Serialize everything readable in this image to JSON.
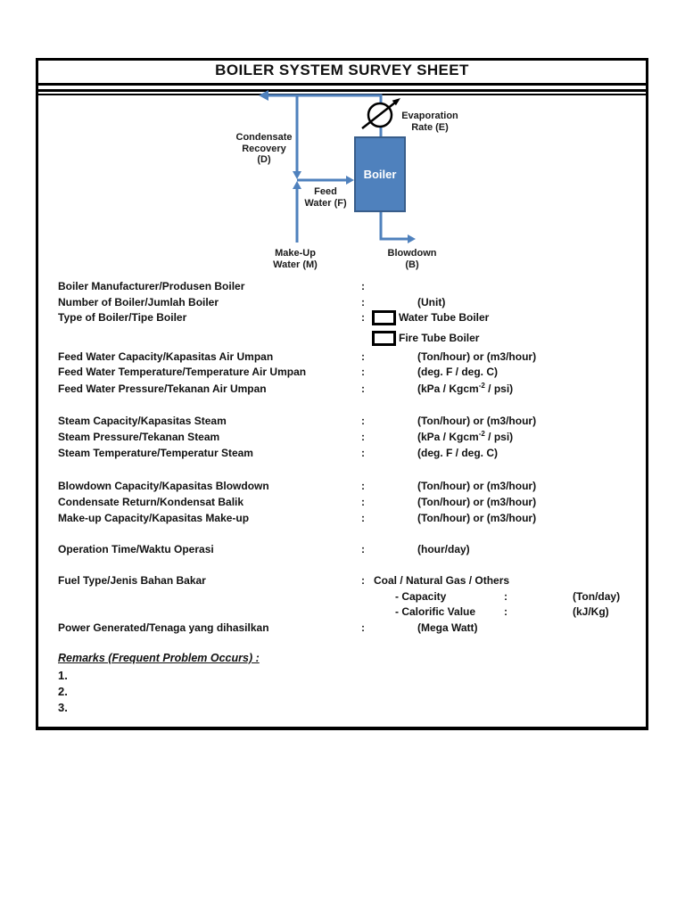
{
  "page": {
    "title": "BOILER SYSTEM SURVEY SHEET"
  },
  "diagram": {
    "boiler": "Boiler",
    "condensate": [
      "Condensate",
      "Recovery",
      "(D)"
    ],
    "evaporation": [
      "Evaporation",
      "Rate (E)"
    ],
    "feed": [
      "Feed",
      "Water (F)"
    ],
    "makeup": [
      "Make-Up",
      "Water (M)"
    ],
    "blowdown": [
      "Blowdown",
      "(B)"
    ],
    "colors": {
      "line": "#4f81bd",
      "boiler_fill": "#4f81bd",
      "boiler_border": "#385d8a",
      "meter": "#000000"
    }
  },
  "form": {
    "colon": ":",
    "rows": [
      {
        "label": "Boiler Manufacturer/Produsen Boiler",
        "value": ""
      },
      {
        "label": "Number of Boiler/Jumlah Boiler",
        "value": "(Unit)"
      },
      {
        "label": "Type of Boiler/Tipe Boiler",
        "checkbox": "Water Tube Boiler"
      },
      {
        "label": "",
        "checkbox": "Fire Tube Boiler"
      },
      {
        "label": "Feed Water Capacity/Kapasitas Air Umpan",
        "value": "(Ton/hour) or (m3/hour)"
      },
      {
        "label": "Feed Water Temperature/Temperature Air Umpan",
        "value": "(deg. F / deg. C)"
      },
      {
        "label": "Feed Water Pressure/Tekanan Air Umpan",
        "value_pre": "(kPa / Kgcm",
        "value_sup": "-2",
        "value_post": " / psi)"
      },
      {
        "label": "Steam Capacity/Kapasitas Steam",
        "value": "(Ton/hour) or (m3/hour)"
      },
      {
        "label": "Steam Pressure/Tekanan Steam",
        "value_pre": "(kPa / Kgcm",
        "value_sup": "-2",
        "value_post": " / psi)"
      },
      {
        "label": "Steam Temperature/Temperatur Steam",
        "value": "(deg. F / deg. C)"
      },
      {
        "label": "Blowdown Capacity/Kapasitas Blowdown",
        "value": "(Ton/hour) or (m3/hour)"
      },
      {
        "label": "Condensate Return/Kondensat Balik",
        "value": "(Ton/hour) or (m3/hour)"
      },
      {
        "label": "Make-up Capacity/Kapasitas Make-up",
        "value": "(Ton/hour) or (m3/hour)"
      },
      {
        "label": "Operation Time/Waktu Operasi",
        "value": "(hour/day)"
      },
      {
        "label": "Fuel Type/Jenis Bahan Bakar",
        "value": "Coal / Natural Gas / Others"
      },
      {
        "label": "- Capacity",
        "value": "(Ton/day)"
      },
      {
        "label": "- Calorific Value",
        "value": "(kJ/Kg)"
      },
      {
        "label": "Power Generated/Tenaga yang dihasilkan",
        "value": "(Mega Watt)"
      }
    ]
  },
  "remarks": {
    "heading": "Remarks (Frequent Problem Occurs) :",
    "items": [
      "1.",
      "2.",
      "3."
    ]
  }
}
